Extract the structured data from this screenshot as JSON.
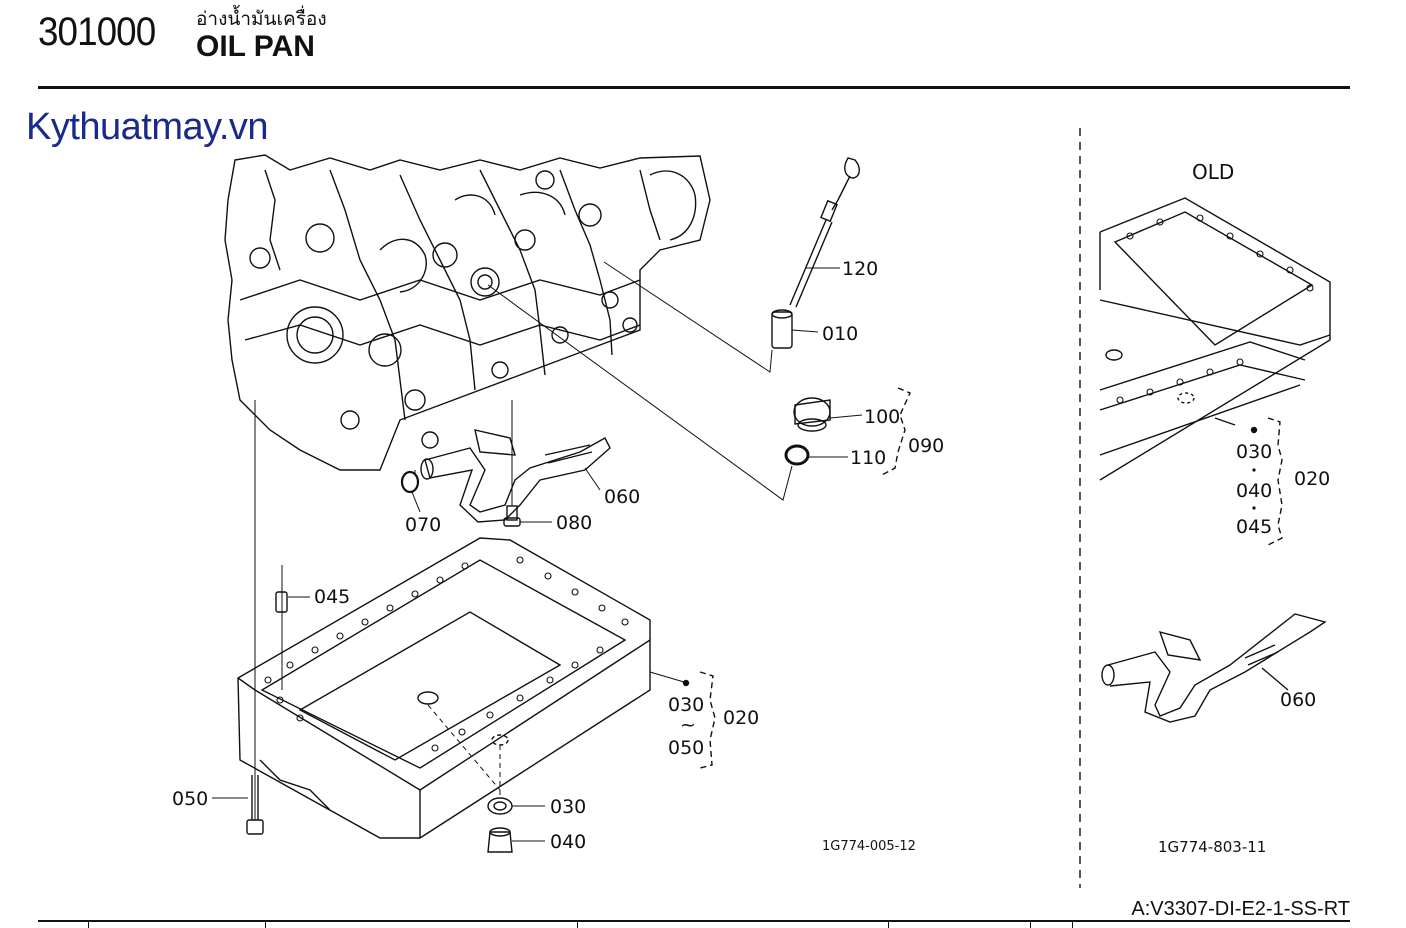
{
  "header": {
    "section_code": "301000",
    "title_thai": "อ่างน้ำมันเครื่อง",
    "title": "OIL PAN"
  },
  "watermark": "Kythuatmay.vn",
  "old_label": "OLD",
  "main_ref_code": "1G774-005-12",
  "old_ref_code": "1G774-803-11",
  "footer_code": "A:V3307-DI-E2-1-SS-RT",
  "callouts": {
    "c120": "120",
    "c010": "010",
    "c100": "100",
    "c110": "110",
    "c090": "090",
    "c060": "060",
    "c070": "070",
    "c080": "080",
    "c045": "045",
    "c030a": "030",
    "c050a": "050",
    "c020a": "020",
    "c050b": "050",
    "c030b": "030",
    "c040": "040",
    "old030": "030",
    "old040": "040",
    "old045": "045",
    "old020": "020",
    "old060": "060",
    "tilde": "~"
  }
}
